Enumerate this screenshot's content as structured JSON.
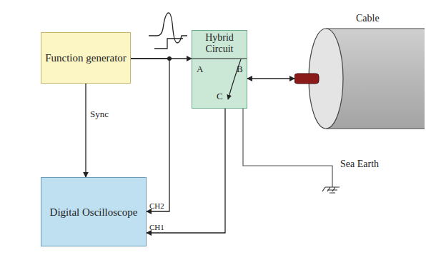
{
  "diagram": {
    "nodes": [
      {
        "text": [
          "Function generator"
        ]
      },
      {
        "text": [
          "Hybrid Circuit",
          "A",
          "B",
          "C"
        ]
      },
      {
        "text": [
          "Cable"
        ]
      },
      {
        "text": [
          "Digital Oscilloscope"
        ]
      }
    ],
    "edges": [
      {
        "from": 0,
        "to": 1,
        "arrow": "to"
      },
      {
        "from": 0,
        "to": 3,
        "label": "Sync",
        "arrow": "to"
      },
      {
        "from": 0,
        "to": 3,
        "arrow": "to"
      },
      {
        "from": 1,
        "to": 3,
        "arrow": "to"
      },
      {
        "from": 1,
        "to": 2,
        "arrow": "both"
      }
    ],
    "labels": [
      "CH2",
      "CH1",
      "Sea Earth"
    ]
  }
}
